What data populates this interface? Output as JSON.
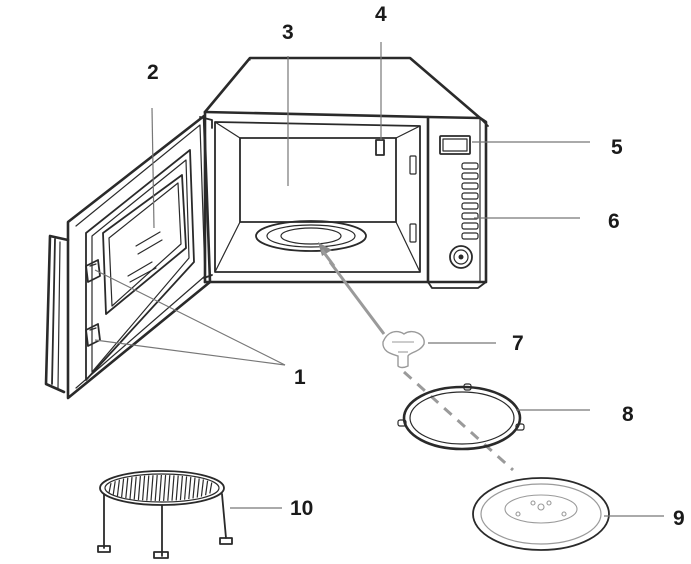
{
  "labels": {
    "latch_hooks": "1",
    "door_window": "2",
    "oven_cavity": "3",
    "waveguide_cover": "4",
    "display": "5",
    "control_panel": "6",
    "rotating_shaft": "7",
    "roller_ring": "8",
    "glass_tray": "9",
    "grill_rack": "10"
  }
}
